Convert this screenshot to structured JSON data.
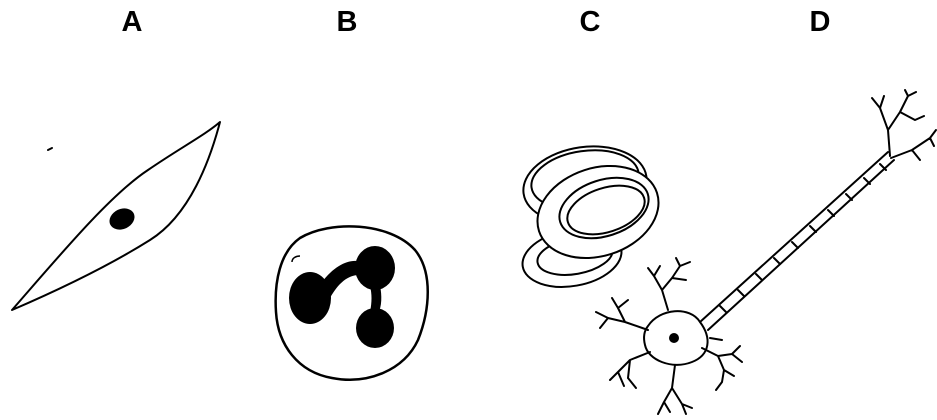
{
  "labels": {
    "a": "A",
    "b": "B",
    "c": "C",
    "d": "D"
  },
  "colors": {
    "background": "#ffffff",
    "ink": "#000000"
  },
  "cells": [
    {
      "label_key": "a",
      "icon": "smooth-muscle-cell-icon"
    },
    {
      "label_key": "b",
      "icon": "white-blood-cell-icon"
    },
    {
      "label_key": "c",
      "icon": "red-blood-cells-icon"
    },
    {
      "label_key": "d",
      "icon": "neuron-icon"
    }
  ]
}
